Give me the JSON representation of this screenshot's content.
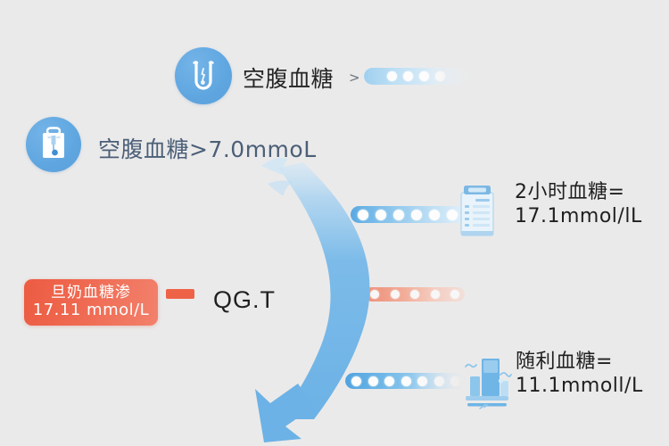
{
  "page": {
    "background_color": "#ebeaea",
    "accent_blue": "#5fa6e0",
    "accent_red": "#ee6348",
    "text_dark": "#252525",
    "text_blue_gray": "#4b5f78"
  },
  "rows": {
    "fasting_top": {
      "icon_name": "u-tube-icon",
      "label": "空腹血糖",
      "operator": ">"
    },
    "fasting_threshold": {
      "icon_name": "clipboard-drip-icon",
      "label": "空腹血糖>7.0mmoL"
    },
    "two_hour": {
      "icon_name": "clipboard-report-icon",
      "line1": "2小时血糖=",
      "line2": "17.1mmol/lL"
    },
    "random": {
      "icon_name": "bar-chart-icon",
      "line1": "随利血糖=",
      "line2": "11.1mmoll/L"
    }
  },
  "callout": {
    "box_line1": "旦奶血糖渗",
    "box_line2": "17.11  mmol/L",
    "dash_name": "red-dash-connector",
    "code_label": "QG.T"
  },
  "arrow": {
    "name": "curved-down-arrow",
    "color": "#6cb2e6",
    "direction": "down-left"
  },
  "strips": {
    "top": {
      "name": "pill-strip-top",
      "dots": 4
    },
    "two_hour": {
      "name": "pill-strip-two-hour",
      "dots": 6
    },
    "middle_red": {
      "name": "pill-strip-red",
      "dots": 5
    },
    "bottom": {
      "name": "pill-strip-bottom",
      "dots": 7
    }
  }
}
